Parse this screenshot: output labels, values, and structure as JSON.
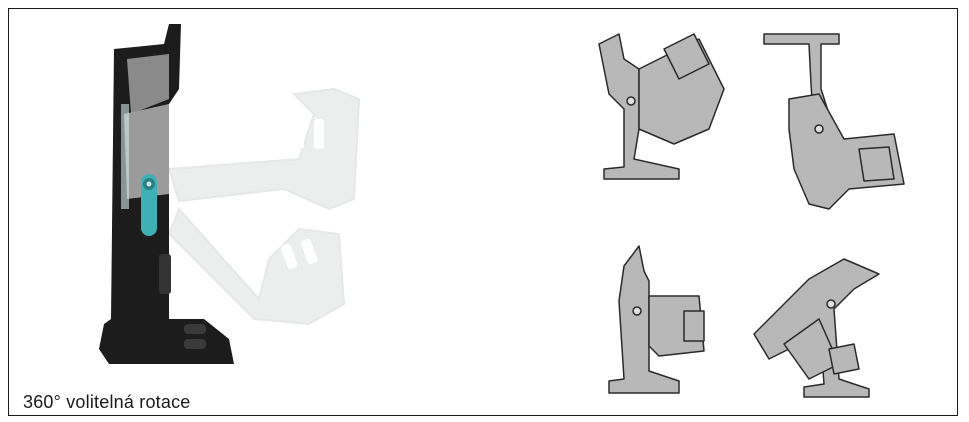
{
  "caption": "360° volitelná rotace",
  "colors": {
    "frame": "#1a1a1a",
    "device_body": "#1c1c1c",
    "device_panel": "#8a8a8a",
    "accent": "#3fb1b6",
    "diagram_fill": "#b8b8b8",
    "diagram_stroke": "#2a2a2a"
  },
  "images": {
    "product_photo": "rotating-work-light-photo",
    "diagrams": [
      "rotation-diagram-1",
      "rotation-diagram-2",
      "rotation-diagram-3",
      "rotation-diagram-4"
    ]
  }
}
